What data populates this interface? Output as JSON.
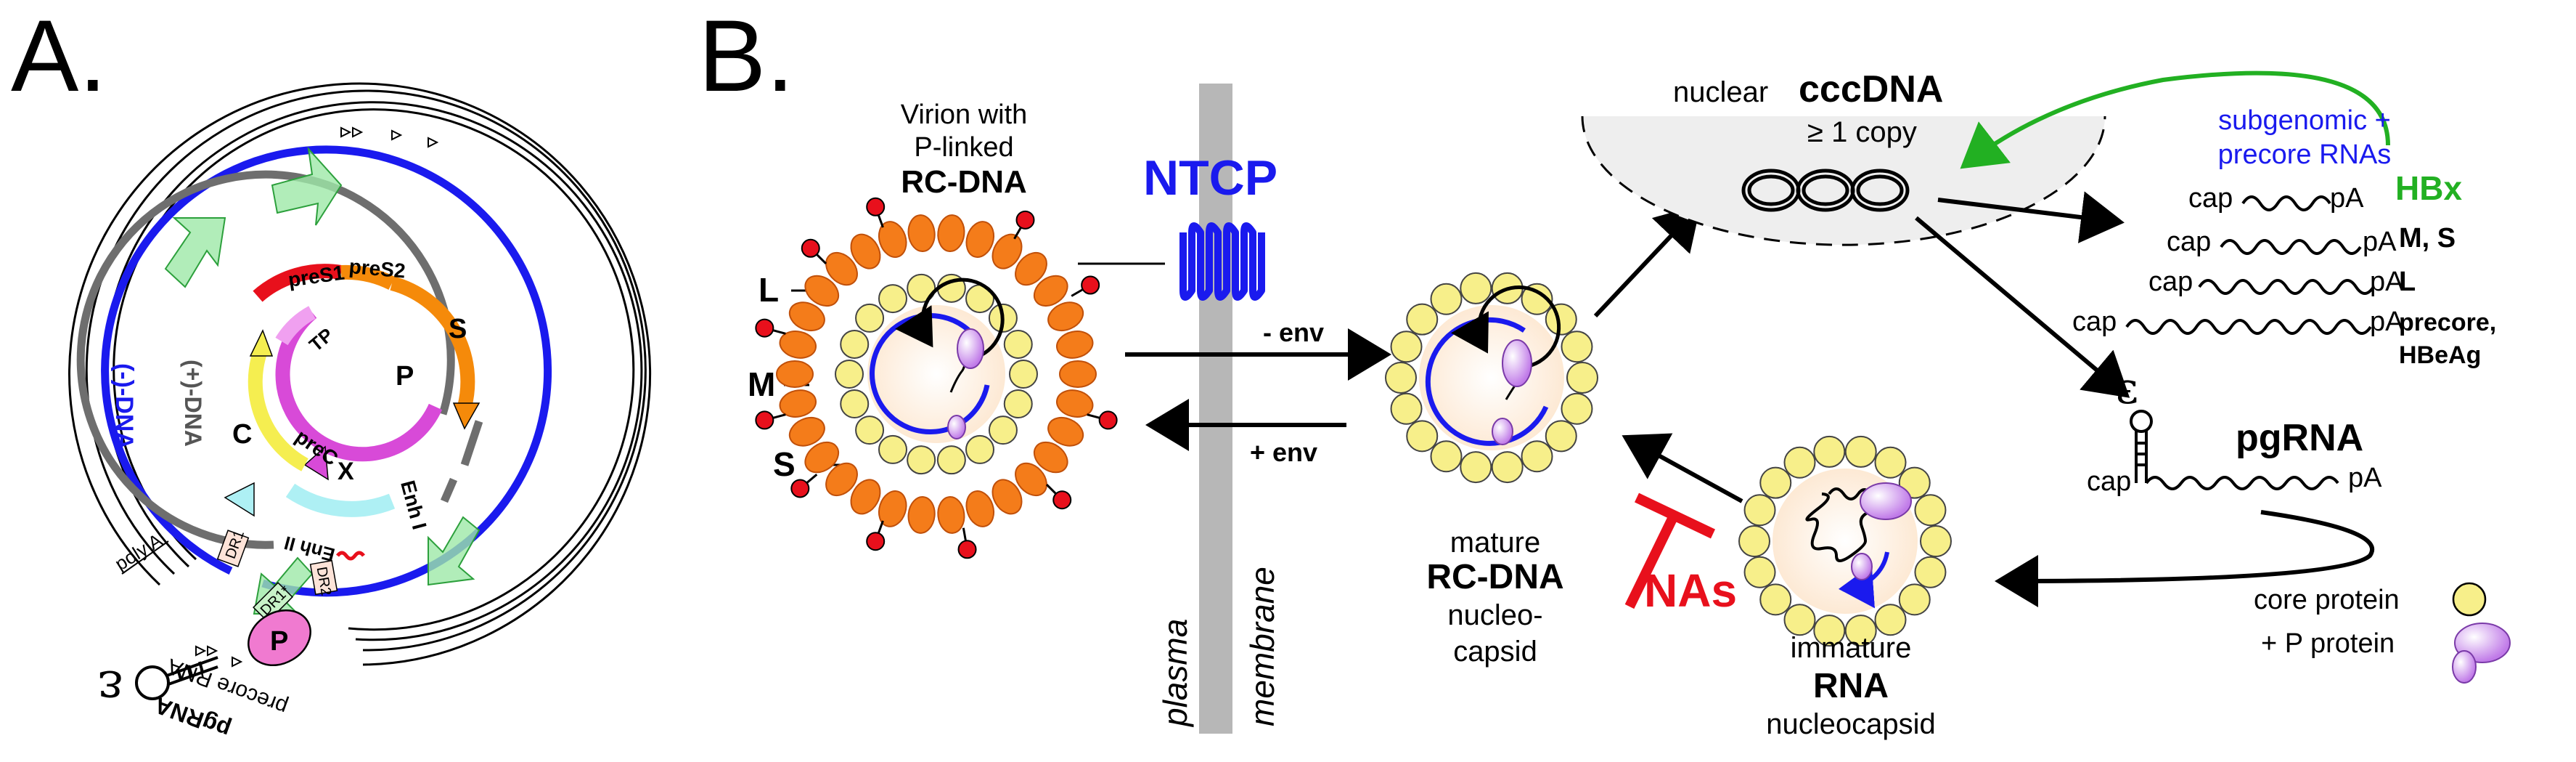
{
  "panel_a": {
    "letter": "A.",
    "minus_dna": "(-)-DNA",
    "plus_dna": "(+)-DNA",
    "genes": {
      "pres1": "preS1",
      "pres2": "preS2",
      "s": "S",
      "tp": "TP",
      "p": "P",
      "c": "C",
      "prec": "preC",
      "x": "X"
    },
    "enhancers": {
      "enh1": "Enh I",
      "enh2": "Enh II"
    },
    "direct_repeats": {
      "dr1": "DR1",
      "dr2": "DR2",
      "dr1_star": "DR1*"
    },
    "polymerase": "P",
    "poly_a": "poly A",
    "epsilon": "ε",
    "pgrna": "pgRNA",
    "precore_rna": "precore RNA"
  },
  "panel_b": {
    "letter": "B.",
    "virion_title": [
      "Virion with",
      "P-linked"
    ],
    "virion_title_bold": "RC-DNA",
    "envelope": {
      "l": "L",
      "m": "M",
      "s": "S"
    },
    "receptor": "NTCP",
    "membrane": [
      "plasma",
      "membrane"
    ],
    "minus_env": "- env",
    "plus_env": "+ env",
    "mature_label": [
      "mature"
    ],
    "mature_bold": "RC-DNA",
    "mature_sub": [
      "nucleo-",
      "capsid"
    ],
    "nuclear": "nuclear",
    "cccdna": "cccDNA",
    "copy": "≥ 1 copy",
    "subgenomic": [
      "subgenomic +",
      "precore RNAs"
    ],
    "hbx": "HBx",
    "proteins": [
      "M, S",
      "L",
      "precore,",
      "HBeAg"
    ],
    "cap": "cap",
    "pa": "pA",
    "epsilon": "ε",
    "pgrna": "pgRNA",
    "nas": "NAs",
    "immature_label": "immature",
    "immature_bold": "RNA",
    "immature_sub": "nucleocapsid",
    "core_protein": "core protein",
    "p_protein": "+ P protein"
  },
  "colors": {
    "blue": "#1a1aee",
    "gray": "#6e6e6e",
    "green": "#22b022",
    "red": "#e8101c",
    "magenta": "#d84ad8",
    "orange": "#f58a0a",
    "yellow": "#f5ee50",
    "cyan": "#aef0f4",
    "capsid_yellow": "#f7ef8a",
    "envelope_orange": "#f47c1a",
    "lavender": "#c9a0ef"
  }
}
